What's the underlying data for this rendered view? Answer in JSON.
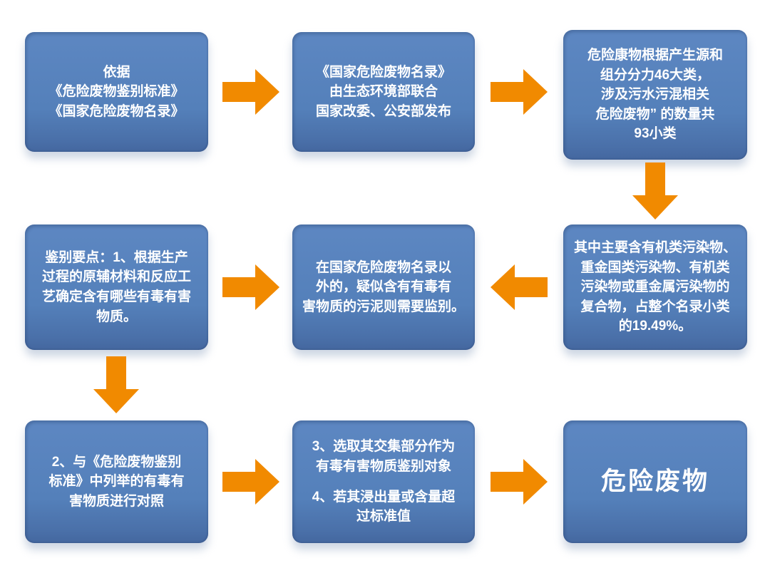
{
  "flowchart": {
    "boxes": [
      {
        "name": "basis",
        "lines": [
          "依据",
          "《危险废物鉴别标准》",
          "《国家危险废物名录》"
        ]
      },
      {
        "name": "catalog-publisher",
        "lines": [
          "《国家危险废物名录》",
          "由生态环境部联合",
          "国家改委、公安部发布"
        ]
      },
      {
        "name": "category-counts",
        "lines": [
          "危险康物根据产生源和",
          "组分分力46大类，",
          "涉及污水污混相关",
          "危险废物” 的数量共",
          "93小类"
        ]
      },
      {
        "name": "identification-point-1",
        "lines": [
          "鉴别要点：1、根据生产",
          "过程的原辅材料和反应工",
          "艺确定含有哪些有毒有害",
          "物质。"
        ]
      },
      {
        "name": "outside-catalog-identification",
        "lines": [
          "在国家危险废物名录以",
          "外的，疑似含有有毒有",
          "害物质的污泥则需要监别。"
        ]
      },
      {
        "name": "pollutant-composition",
        "lines": [
          "其中主要含有机类污染物、",
          "重金国类污染物、有机类",
          "污染物或重金属污染物的",
          "复合物，占整个名录小类",
          "的19.49%。"
        ]
      },
      {
        "name": "identification-point-2",
        "lines": [
          "2、与《危险废物鉴别",
          "标准》中列举的有毒有",
          "害物质进行对照"
        ]
      },
      {
        "name": "identification-points-3-4",
        "lines": [
          "3、选取其交集部分作为",
          "有毒有害物质鉴别对象",
          "4、若其浸出量或含量超",
          "过标准值"
        ]
      },
      {
        "name": "hazardous-waste-result",
        "lines": [
          "危险废物"
        ]
      }
    ],
    "arrows": [
      {
        "icon": "arrow-right-icon",
        "from": "box-1",
        "to": "box-2",
        "direction": "right"
      },
      {
        "icon": "arrow-right-icon",
        "from": "box-2",
        "to": "box-3",
        "direction": "right"
      },
      {
        "icon": "arrow-down-icon",
        "from": "box-3",
        "to": "box-6",
        "direction": "down"
      },
      {
        "icon": "arrow-right-icon",
        "from": "box-4",
        "to": "box-5",
        "direction": "right"
      },
      {
        "icon": "arrow-left-icon",
        "from": "box-6",
        "to": "box-5",
        "direction": "left"
      },
      {
        "icon": "arrow-down-icon",
        "from": "box-4",
        "to": "box-7",
        "direction": "down"
      },
      {
        "icon": "arrow-right-icon",
        "from": "box-7",
        "to": "box-8",
        "direction": "right"
      },
      {
        "icon": "arrow-right-icon",
        "from": "box-8",
        "to": "box-9",
        "direction": "right"
      }
    ]
  },
  "colors": {
    "background": "#ffffff",
    "box_blue_top": "#5d87c2",
    "box_blue": "#5480ba",
    "box_blue_dark": "#44679f",
    "arrow_orange": "#f18a00",
    "text_white": "#ffffff"
  }
}
